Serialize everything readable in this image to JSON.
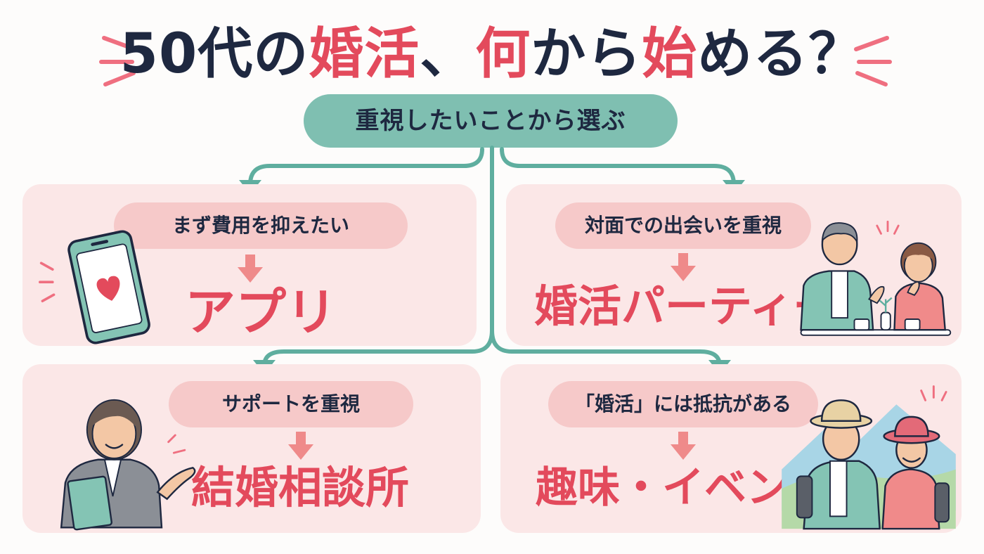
{
  "title": {
    "prefix": "50代の",
    "word1": "婚活",
    "sep": "、",
    "word2": "何",
    "middle": "から",
    "word3": "始",
    "suffix": "める？"
  },
  "root_label": "重視したいことから選ぶ",
  "options": [
    {
      "condition": "まず費用を抑えたい",
      "result": "アプリ",
      "icon": "smartphone-heart-icon"
    },
    {
      "condition": "対面での出会いを重視",
      "result": "婚活パーティー",
      "icon": "couple-cafe-illustration"
    },
    {
      "condition": "サポートを重視",
      "result": "結婚相談所",
      "icon": "advisor-woman-illustration"
    },
    {
      "condition": "「婚活」には抵抗がある",
      "result": "趣味・イベント",
      "icon": "hiking-couple-illustration"
    }
  ],
  "colors": {
    "accent": "#e34a5c",
    "dark_text": "#1e2840",
    "teal": "#7fbfb1",
    "connector": "#5fae9f",
    "card_bg": "#fbe7e7",
    "pill_bg": "#f6c9c9",
    "arrow": "#ef8a8a"
  }
}
